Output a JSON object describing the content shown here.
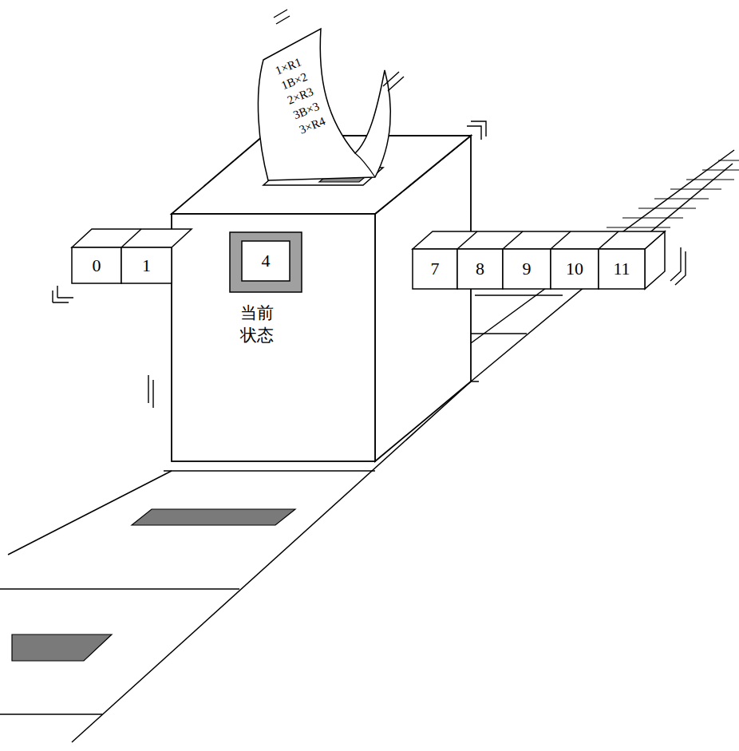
{
  "diagram": {
    "nodes": [
      {
        "text": [
          "1×R1",
          "1B×2",
          "2×R3",
          "3B×3",
          "3×R4"
        ]
      },
      {
        "text": [
          "0"
        ]
      },
      {
        "text": [
          "1"
        ]
      },
      {
        "text": [
          "4",
          "当前 状态"
        ]
      },
      {
        "text": [
          "7"
        ]
      },
      {
        "text": [
          "8"
        ]
      },
      {
        "text": [
          "9"
        ]
      },
      {
        "text": [
          "10"
        ]
      },
      {
        "text": [
          "11"
        ]
      }
    ]
  }
}
